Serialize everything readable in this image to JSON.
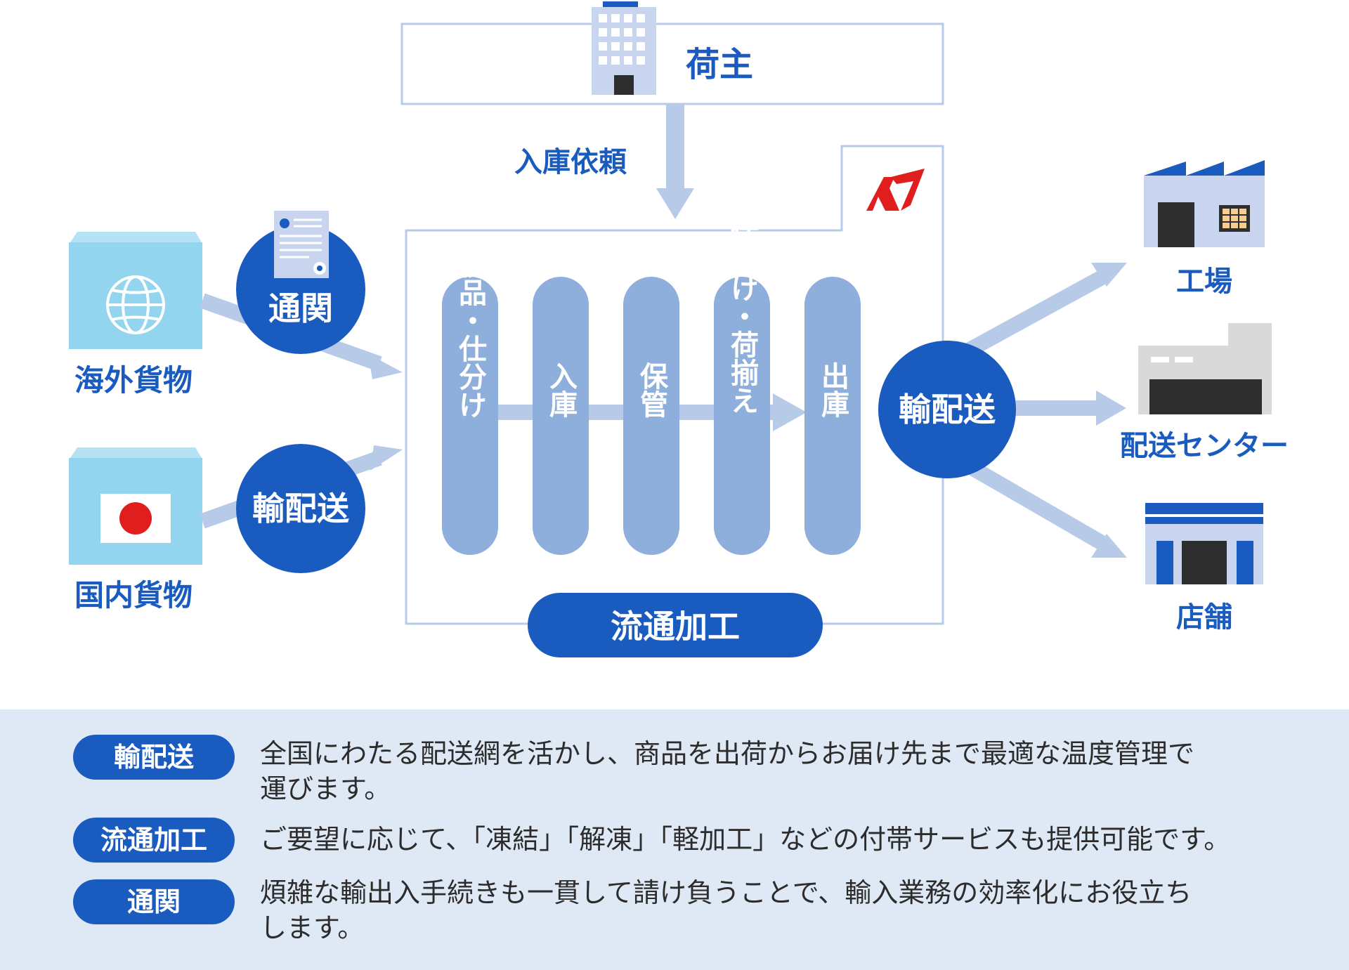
{
  "colors": {
    "primary": "#1a5bbf",
    "heading": "#1a5bbf",
    "process_bar": "#8eaedb",
    "arrow": "#b7cbe9",
    "light_box": "#93d5ef",
    "legend_bg": "#dfe8f5",
    "logo_red": "#e01e1e"
  },
  "shipper": {
    "label": "荷主",
    "icon": "office-building-icon"
  },
  "request_label": "入庫依頼",
  "sources": [
    {
      "label": "海外貨物",
      "icon": "globe-icon"
    },
    {
      "label": "国内貨物",
      "icon": "japan-flag-icon"
    }
  ],
  "source_services": [
    {
      "label": "通関",
      "icon": "certificate-icon"
    },
    {
      "label": "輸配送"
    }
  ],
  "process_steps": [
    {
      "label": "検品・仕分け"
    },
    {
      "label": "入庫"
    },
    {
      "label": "保管"
    },
    {
      "label": "仕分け・荷揃え"
    },
    {
      "label": "出庫"
    }
  ],
  "processing_label": "流通加工",
  "delivery_label": "輸配送",
  "logo": "company-logo-n",
  "destinations": [
    {
      "label": "工場",
      "icon": "factory-icon"
    },
    {
      "label": "配送センター",
      "icon": "warehouse-icon"
    },
    {
      "label": "店舗",
      "icon": "store-icon"
    }
  ],
  "legend": [
    {
      "tag": "輸配送",
      "lines": [
        "全国にわたる配送網を活かし、商品を出荷からお届け先まで最適な温度管理で",
        "運びます。"
      ]
    },
    {
      "tag": "流通加工",
      "lines": [
        "ご要望に応じて、「凍結」「解凍」「軽加工」などの付帯サービスも提供可能です。"
      ]
    },
    {
      "tag": "通関",
      "lines": [
        "煩雑な輸出入手続きも一貫して請け負うことで、輸入業務の効率化にお役立ち",
        "します。"
      ]
    }
  ]
}
